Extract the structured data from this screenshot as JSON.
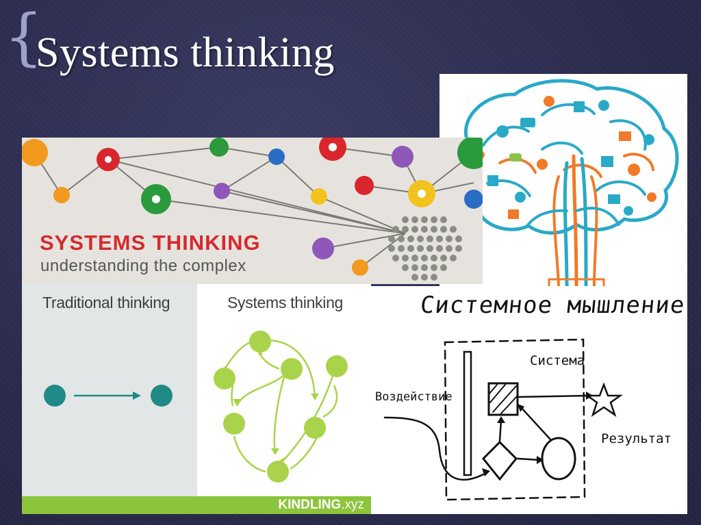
{
  "slide": {
    "title": "Systems thinking"
  },
  "banner": {
    "title": "SYSTEMS THINKING",
    "subtitle": "understanding the complex"
  },
  "comparison": {
    "traditional_heading": "Traditional thinking",
    "systems_heading": "Systems thinking",
    "brand_name": "KINDLING",
    "brand_domain": ".xyz"
  },
  "russian_diagram": {
    "title": "Системное мышление",
    "system_label": "Система",
    "input_label": "Воздействие",
    "result_label": "Результат"
  },
  "colors": {
    "background": "#2b2c4e",
    "banner_title": "#d42a2e",
    "kindling_green": "#8cc43c",
    "node_teal": "#1f8a86",
    "brain_teal": "#2aa9c7",
    "brain_orange": "#f07a2a"
  }
}
